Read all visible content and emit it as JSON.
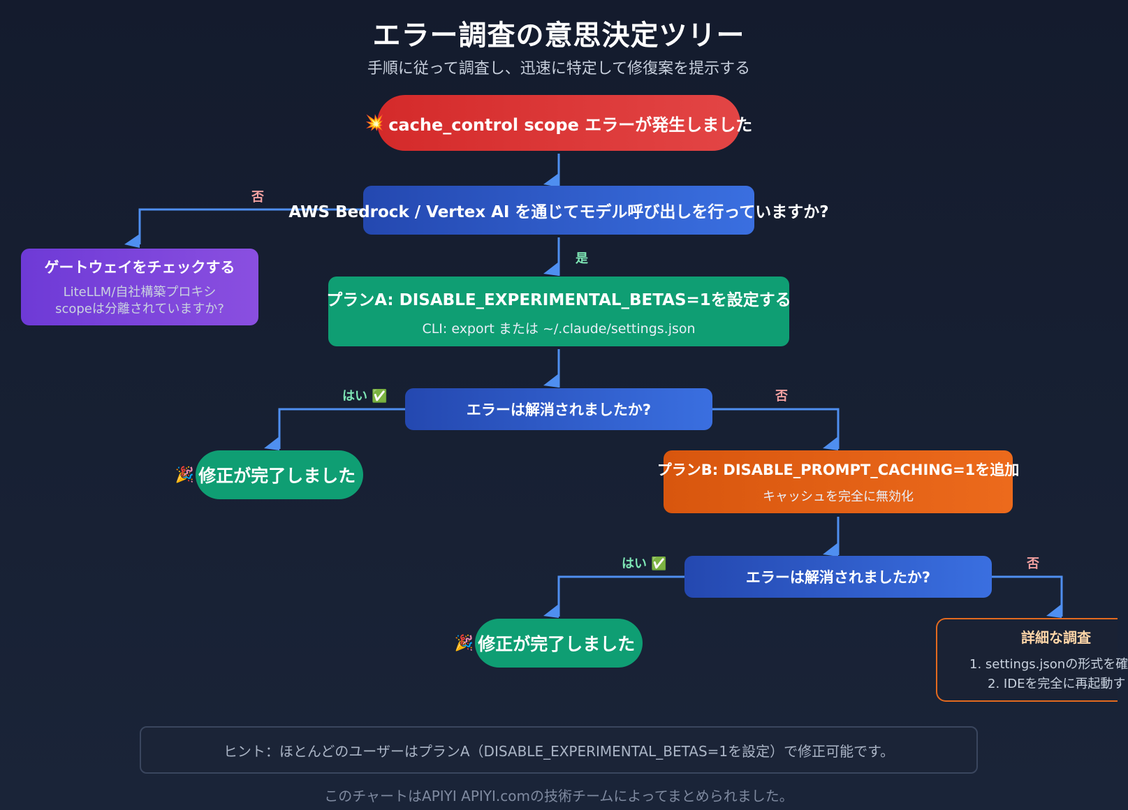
{
  "title": "エラー調査の意思決定ツリー",
  "subtitle": "手順に従って調査し、迅速に特定して修復案を提示する",
  "nodes": {
    "start": {
      "emoji": "💥",
      "label": "cache_control scope エラーが発生しました"
    },
    "q1": {
      "label": "AWS Bedrock / Vertex AI を通じてモデル呼び出しを行っていますか?"
    },
    "gateway": {
      "label": "ゲートウェイをチェックする",
      "sub1": "LiteLLM/自社構築プロキシ",
      "sub2": "scopeは分離されていますか?"
    },
    "planA": {
      "label": "プランA: DISABLE_EXPERIMENTAL_BETAS=1を設定する",
      "sub": "CLI: export または ~/.claude/settings.json"
    },
    "q2": {
      "label": "エラーは解消されましたか?"
    },
    "done1": {
      "emoji": "🎉",
      "label": "修正が完了しました"
    },
    "planB": {
      "label": "プランB: DISABLE_PROMPT_CACHING=1を追加",
      "sub": "キャッシュを完全に無効化"
    },
    "q3": {
      "label": "エラーは解消されましたか?"
    },
    "done2": {
      "emoji": "🎉",
      "label": "修正が完了しました"
    },
    "detail": {
      "label": "詳細な調査",
      "item1": "1. settings.jsonの形式を確",
      "item2": "2. IDEを完全に再起動す"
    }
  },
  "edge_labels": {
    "q1_no": "否",
    "q1_yes": "是",
    "q2_yes": "はい ✅",
    "q2_no": "否",
    "q3_yes": "はい ✅",
    "q3_no": "否"
  },
  "hint": "ヒント：ほとんどのユーザーはプランA（DISABLE_EXPERIMENTAL_BETAS=1を設定）で修正可能です。",
  "footer": "このチャートはAPIYI APIYI.comの技術チームによってまとめられました。",
  "colors": {
    "edge": "#4f8ff0",
    "start": "#d42a2a",
    "question": "#2f5fd0",
    "planA": "#0f9e73",
    "gateway": "#7b45dc",
    "planB": "#e0600f",
    "no_label": "#f2a0a0",
    "yes_label": "#7ee6b5"
  }
}
